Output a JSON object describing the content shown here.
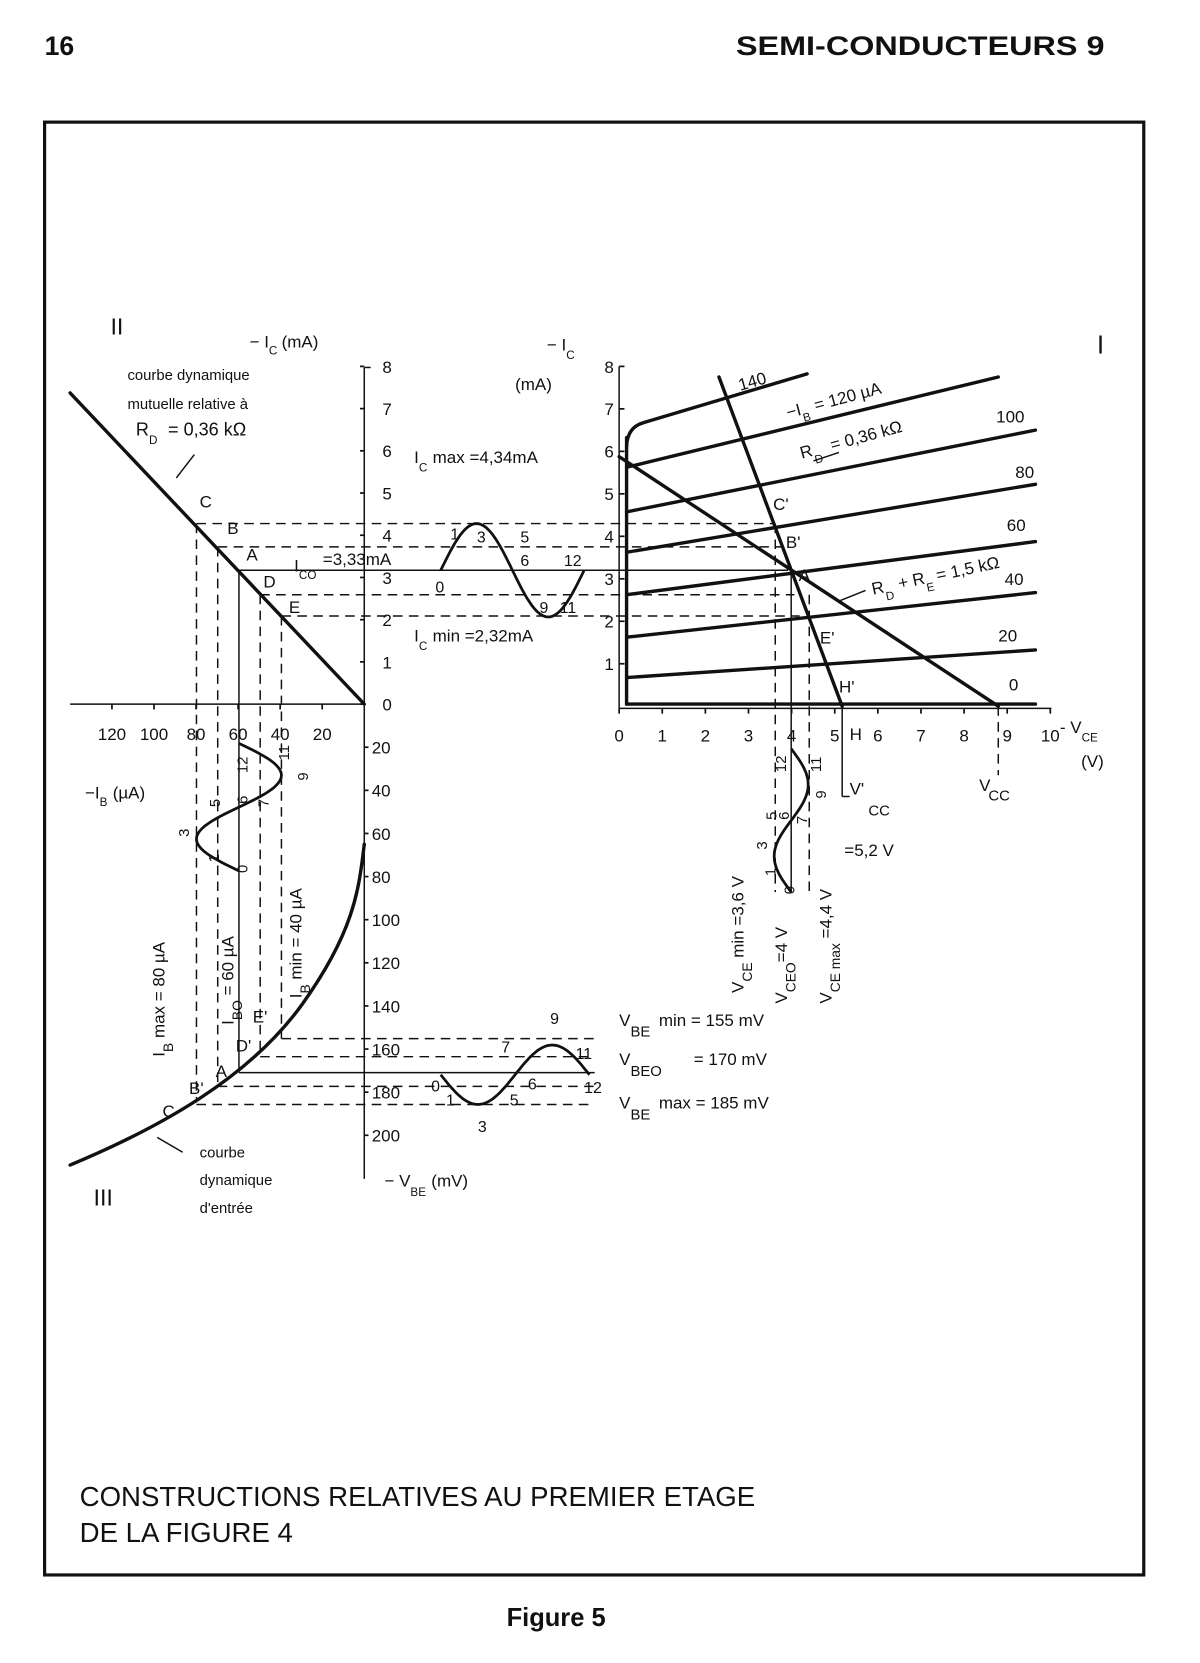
{
  "header": {
    "page_number": "16",
    "running_title": "SEMI-CONDUCTEURS 9"
  },
  "quadrants": {
    "I": "I",
    "II": "II",
    "III": "III"
  },
  "q2": {
    "axis_ic": {
      "main": "− I",
      "sub": "C",
      "unit": "(mA)"
    },
    "axis_ib": {
      "main": "−I",
      "sub": "B",
      "unit": "(µA)"
    },
    "note": [
      "courbe dynamique",
      "mutuelle relative à"
    ],
    "rd": {
      "main": "R",
      "sub": "D",
      "rest": "=  0,36 kΩ"
    },
    "points": [
      "C",
      "B",
      "A",
      "D",
      "E"
    ],
    "ico": {
      "main": "I",
      "sub": "CO",
      "rest": "=3,33mA"
    },
    "ic_max": {
      "main": "I",
      "sub": "C",
      "rest": "max =4,34mA"
    },
    "ic_min": {
      "main": "I",
      "sub": "C",
      "rest": "min =2,32mA"
    },
    "ic_ticks": [
      "0",
      "1",
      "2",
      "3",
      "4",
      "5",
      "6",
      "7",
      "8"
    ],
    "ib_ticks": [
      "120",
      "100",
      "80",
      "60",
      "40",
      "20"
    ],
    "sine_labels": [
      "0",
      "1",
      "3",
      "5",
      "6",
      "9",
      "11",
      "12"
    ]
  },
  "q1": {
    "axis_ic": {
      "main": "− I",
      "sub": "C",
      "unit": "(mA)"
    },
    "axis_vce": {
      "main": "- V",
      "sub": "CE",
      "unit": "(V)"
    },
    "ic_ticks": [
      "1",
      "2",
      "3",
      "4",
      "5",
      "6",
      "7",
      "8"
    ],
    "vce_ticks": [
      "0",
      "1",
      "2",
      "3",
      "4",
      "5",
      "6",
      "7",
      "8",
      "9",
      "10"
    ],
    "h_label": "H",
    "curve_labels": [
      "0",
      "20",
      "40",
      "60",
      "80",
      "100",
      "140"
    ],
    "ib120": {
      "main": "−I",
      "sub": "B",
      "rest": "= 120 µA"
    },
    "rd": {
      "main": "R",
      "sub": "D",
      "rest": "= 0,36 kΩ"
    },
    "rdre": {
      "main": "R",
      "sub": "D",
      "mid": "+ R",
      "sub2": "E",
      "rest": "= 1,5 kΩ"
    },
    "points": [
      "C'",
      "B'",
      "A",
      "E'",
      "H'"
    ],
    "vcc": {
      "main": "V",
      "sub": "CC"
    },
    "vcc_prime": {
      "main": "V'",
      "sub": "CC",
      "rest": "=5,2 V"
    },
    "vce_min": {
      "main": "V",
      "sub": "CE",
      "rest": " min =3,6 V"
    },
    "vceo": {
      "main": "V",
      "sub": "CEO",
      "rest": "=4 V"
    },
    "vce_max": {
      "main": "V",
      "sub": "CE max",
      "rest": " =4,4 V"
    },
    "sine_labels": [
      "0",
      "1",
      "3",
      "5",
      "6",
      "7",
      "9",
      "11",
      "12"
    ]
  },
  "q3": {
    "vbe_ticks": [
      "20",
      "40",
      "60",
      "80",
      "100",
      "120",
      "140",
      "160",
      "180",
      "200"
    ],
    "axis_vbe": {
      "main": "− V",
      "sub": "BE",
      "unit": "(mV)"
    },
    "note": [
      "courbe",
      "dynamique",
      "d'entrée"
    ],
    "points": [
      "C",
      "B'",
      "A",
      "D'",
      "E'"
    ],
    "ib_max": {
      "main": "I",
      "sub": "B",
      "rest": " max = 80 µA"
    },
    "ibo": {
      "main": "I",
      "sub": "BO",
      "rest": " = 60 µA"
    },
    "ib_min": {
      "main": "I",
      "sub": "B",
      "rest": " min = 40 µA"
    },
    "ib_sine_labels": [
      "0",
      "1",
      "3",
      "5",
      "6",
      "7",
      "9",
      "11",
      "12"
    ],
    "vbe_sine_labels": [
      "0",
      "1",
      "3",
      "5",
      "6",
      "7",
      "9",
      "11",
      "12"
    ],
    "vbe_min": {
      "main": "V",
      "sub": "BE",
      "rest": "min =  155 mV"
    },
    "vbeo": {
      "main": "V",
      "sub": "BEO",
      "rest": "=  170 mV"
    },
    "vbe_max": {
      "main": "V",
      "sub": "BE",
      "rest": "max =  185 mV"
    }
  },
  "caption": {
    "line1": "CONSTRUCTIONS RELATIVES AU PREMIER ETAGE",
    "line2": "DE LA FIGURE 4"
  },
  "figure_label": "Figure 5"
}
